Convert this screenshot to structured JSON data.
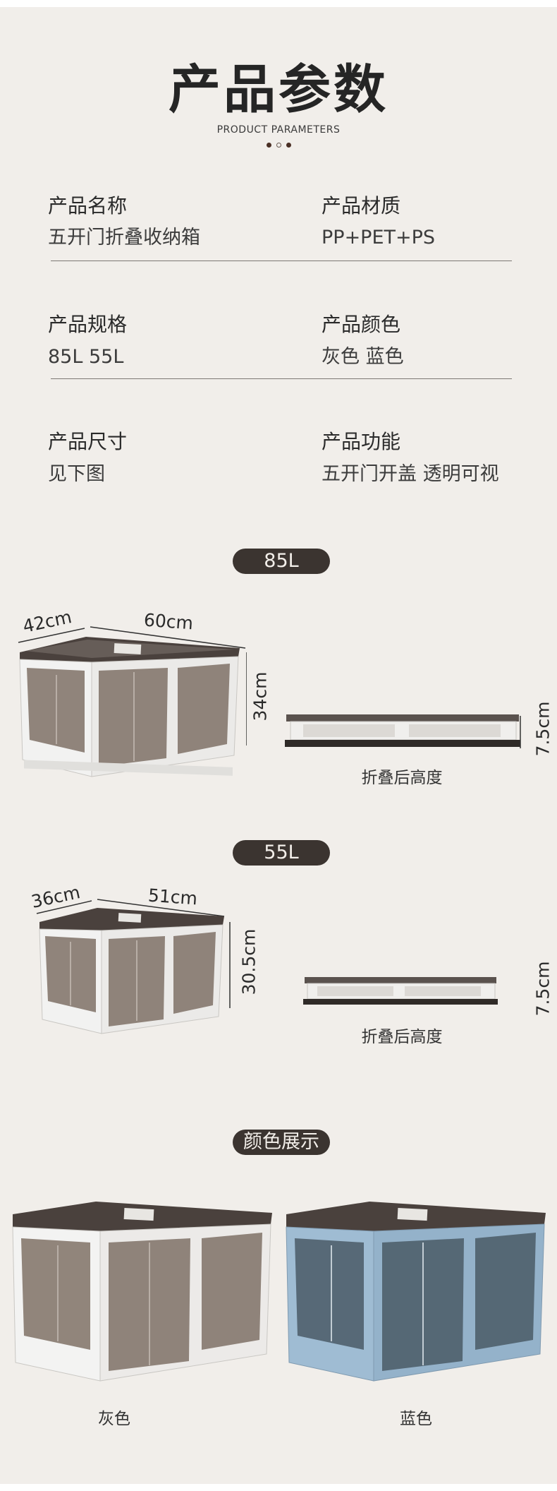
{
  "header": {
    "title": "产品参数",
    "subtitle": "PRODUCT PARAMETERS"
  },
  "specs": [
    {
      "label": "产品名称",
      "value": "五开门折叠收纳箱"
    },
    {
      "label": "产品材质",
      "value": "PP+PET+PS"
    },
    {
      "label": "产品规格",
      "value": "85L  55L"
    },
    {
      "label": "产品颜色",
      "value": "灰色  蓝色"
    },
    {
      "label": "产品尺寸",
      "value": "见下图"
    },
    {
      "label": "产品功能",
      "value": "五开门开盖 透明可视"
    }
  ],
  "size85": {
    "badge": "85L",
    "depth": "42cm",
    "width": "60cm",
    "height": "34cm",
    "folded_height": "7.5cm",
    "folded_caption": "折叠后高度"
  },
  "size55": {
    "badge": "55L",
    "depth": "36cm",
    "width": "51cm",
    "height": "30.5cm",
    "folded_height": "7.5cm",
    "folded_caption": "折叠后高度"
  },
  "colors": {
    "badge": "颜色展示",
    "items": [
      {
        "name": "灰色",
        "body_color": "#f3f3f2"
      },
      {
        "name": "蓝色",
        "body_color": "#9ab7cf"
      }
    ]
  },
  "palette": {
    "background": "#f1eeea",
    "pill": "#3b3430",
    "lid": "#3d3532"
  }
}
